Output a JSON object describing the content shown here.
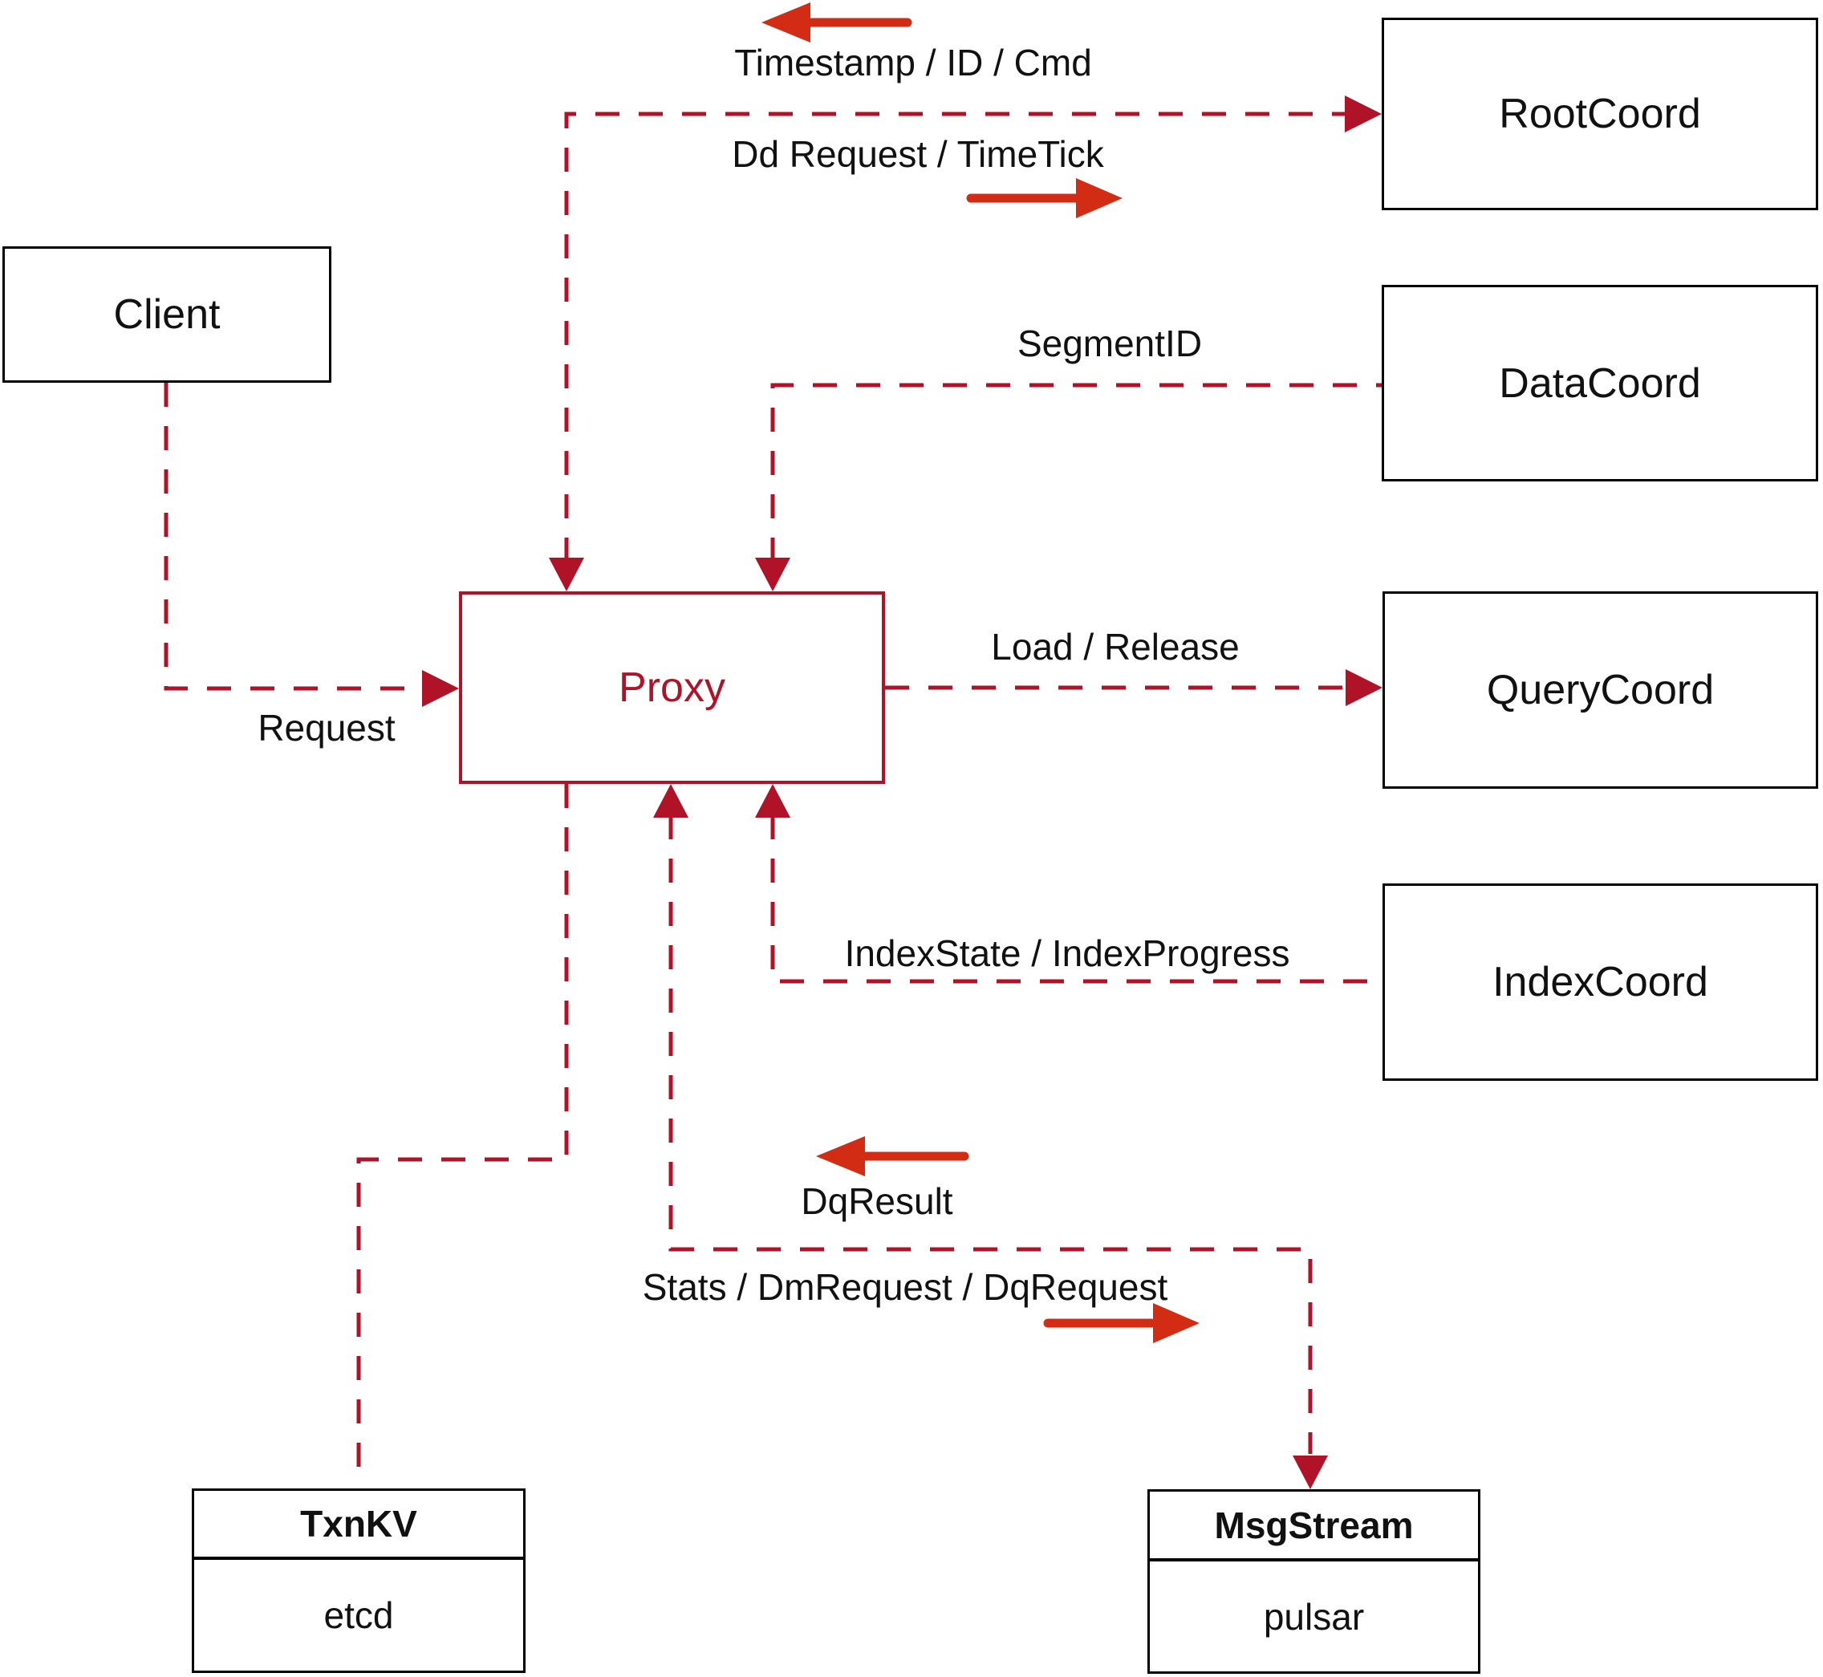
{
  "colors": {
    "dashed_line": "#b01227",
    "solid_arrow": "#d22d14",
    "box_border": "#000000",
    "proxy_accent": "#b01227",
    "background": "#ffffff"
  },
  "nodes": {
    "client": {
      "label": "Client"
    },
    "proxy": {
      "label": "Proxy"
    },
    "rootcoord": {
      "label": "RootCoord"
    },
    "datacoord": {
      "label": "DataCoord"
    },
    "querycoord": {
      "label": "QueryCoord"
    },
    "indexcoord": {
      "label": "IndexCoord"
    },
    "txnkv": {
      "title": "TxnKV",
      "subtitle": "etcd"
    },
    "msgstream": {
      "title": "MsgStream",
      "subtitle": "pulsar"
    }
  },
  "edge_labels": {
    "timestamp_id_cmd": "Timestamp / ID / Cmd",
    "dd_request_timetick": "Dd Request / TimeTick",
    "segment_id": "SegmentID",
    "load_release": "Load / Release",
    "request": "Request",
    "index_state_progress": "IndexState / IndexProgress",
    "dq_result": "DqResult",
    "stats_dm_dq_request": "Stats / DmRequest / DqRequest"
  }
}
